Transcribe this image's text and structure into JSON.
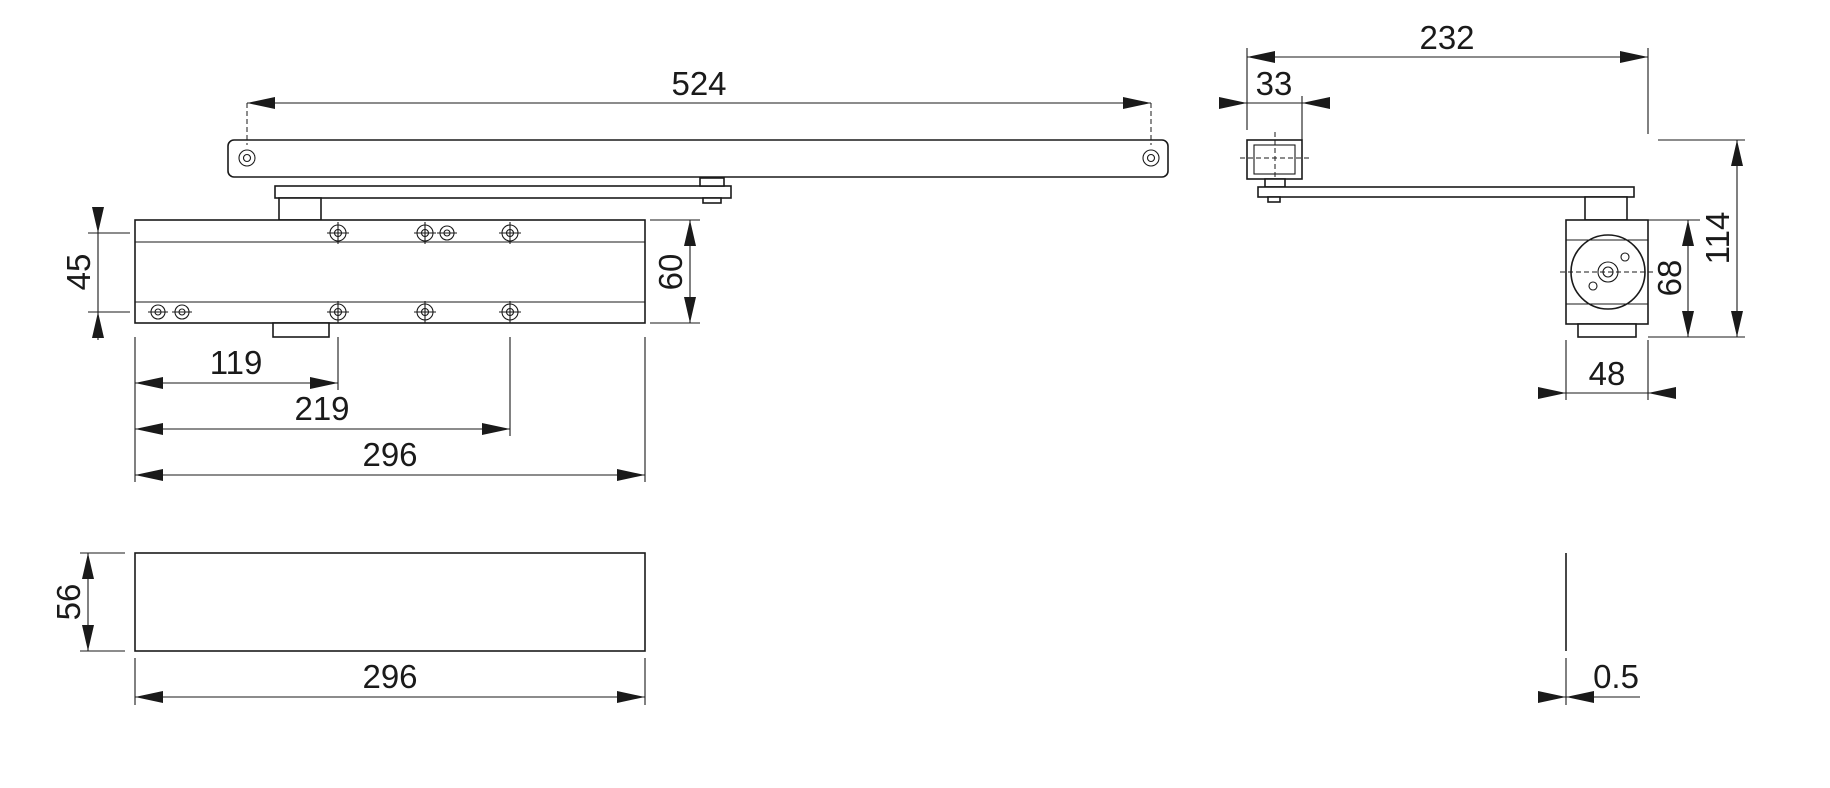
{
  "dimensions": {
    "arm_length": "524",
    "body_height": "45",
    "body_height_outer": "60",
    "hole_119": "119",
    "hole_219": "219",
    "body_length": "296",
    "cover_height": "56",
    "cover_length": "296",
    "side_total_width": "232",
    "side_arm_offset": "33",
    "side_body_height": "68",
    "side_total_height": "114",
    "side_body_depth": "48",
    "cover_gap": "0.5"
  }
}
